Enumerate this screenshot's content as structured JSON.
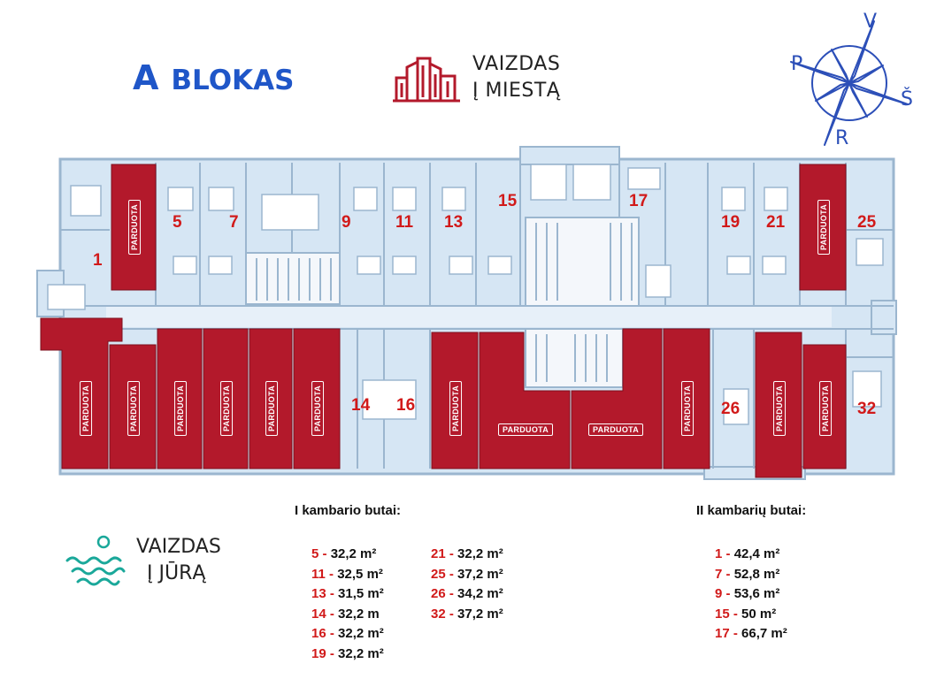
{
  "header": {
    "block_letter": "A",
    "block_word": "BLOKAS",
    "city_view_line1": "VAIZDAS",
    "city_view_line2": "Į MIESTĄ",
    "sea_view_line1": "VAIZDAS",
    "sea_view_line2": "Į JŪRĄ"
  },
  "compass": {
    "north": "V",
    "west": "P",
    "east": "Š",
    "south": "R"
  },
  "colors": {
    "sold": "#b3192b",
    "room": "#d6e6f4",
    "wall": "#9bb6cf",
    "accent_red": "#d11a1a",
    "title_blue": "#1f56c8",
    "sea": "#1aa89a"
  },
  "floor_plan": {
    "apartment_numbers": [
      "1",
      "5",
      "7",
      "9",
      "11",
      "13",
      "15",
      "17",
      "19",
      "21",
      "25",
      "14",
      "16",
      "26",
      "32"
    ],
    "sold_label": "PARDUOTA"
  },
  "legend": {
    "one_room_heading": "I kambario butai:",
    "two_room_heading": "II kambarių butai:",
    "one_room_col1": [
      {
        "num": "5",
        "sep": "-",
        "area": "32,2 m²"
      },
      {
        "num": "11",
        "sep": "-",
        "area": "32,5 m²"
      },
      {
        "num": "13",
        "sep": "-",
        "area": "31,5 m²"
      },
      {
        "num": "14",
        "sep": "-",
        "area": "32,2 m"
      },
      {
        "num": "16",
        "sep": "-",
        "area": "32,2 m²"
      },
      {
        "num": "19",
        "sep": "-",
        "area": "32,2 m²"
      }
    ],
    "one_room_col2": [
      {
        "num": "21",
        "sep": "-",
        "area": "32,2 m²"
      },
      {
        "num": "25",
        "sep": "-",
        "area": "37,2 m²"
      },
      {
        "num": "26",
        "sep": "-",
        "area": "34,2 m²"
      },
      {
        "num": "32",
        "sep": "-",
        "area": "37,2 m²"
      }
    ],
    "two_room": [
      {
        "num": "1",
        "sep": "-",
        "area": "42,4 m²"
      },
      {
        "num": "7",
        "sep": "-",
        "area": "52,8 m²"
      },
      {
        "num": "9",
        "sep": "-",
        "area": "53,6 m²"
      },
      {
        "num": "15",
        "sep": "-",
        "area": "50 m²"
      },
      {
        "num": "17",
        "sep": "-",
        "area": "66,7 m²"
      }
    ]
  }
}
